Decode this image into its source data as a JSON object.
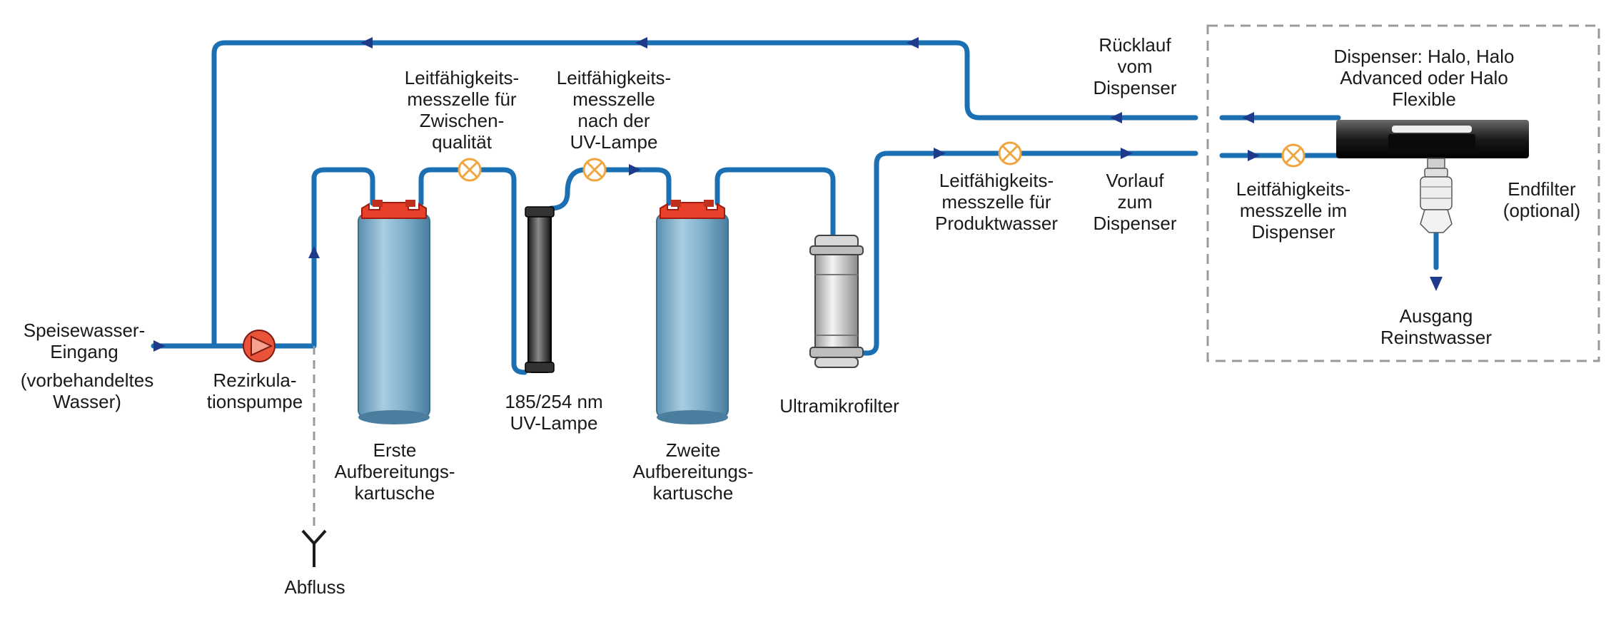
{
  "labels": {
    "feed_line1": "Speisewasser-",
    "feed_line2": "Eingang",
    "feed_line3": "(vorbehandeltes",
    "feed_line4": "Wasser)",
    "pump_line1": "Rezirkula-",
    "pump_line2": "tionspumpe",
    "drain": "Abfluss",
    "cart1_line1": "Erste",
    "cart1_line2": "Aufbereitungs-",
    "cart1_line3": "kartusche",
    "cond1_line1": "Leitfähigkeits-",
    "cond1_line2": "messzelle für",
    "cond1_line3": "Zwischen-",
    "cond1_line4": "qualität",
    "cond2_line1": "Leitfähigkeits-",
    "cond2_line2": "messzelle",
    "cond2_line3": "nach der",
    "cond2_line4": "UV-Lampe",
    "uv_line1": "185/254 nm",
    "uv_line2": "UV-Lampe",
    "cart2_line1": "Zweite",
    "cart2_line2": "Aufbereitungs-",
    "cart2_line3": "kartusche",
    "ultra": "Ultramikrofilter",
    "cond3_line1": "Leitfähigkeits-",
    "cond3_line2": "messzelle für",
    "cond3_line3": "Produktwasser",
    "return_line1": "Rücklauf",
    "return_line2": "vom",
    "return_line3": "Dispenser",
    "supply_line1": "Vorlauf",
    "supply_line2": "zum",
    "supply_line3": "Dispenser",
    "disp_line1": "Dispenser: Halo, Halo",
    "disp_line2": "Advanced oder Halo",
    "disp_line3": "Flexible",
    "cond4_line1": "Leitfähigkeits-",
    "cond4_line2": "messzelle im",
    "cond4_line3": "Dispenser",
    "endfilter_line1": "Endfilter",
    "endfilter_line2": "(optional)",
    "out_line1": "Ausgang",
    "out_line2": "Reinstwasser"
  },
  "colors": {
    "pipe": "#1b6fb3",
    "arrow": "#1e3a8a",
    "cap": "#e8402b",
    "sensor": "#f0a640",
    "cartridge": "#6fa3c2",
    "dashed_box": "#9a9a9a"
  }
}
